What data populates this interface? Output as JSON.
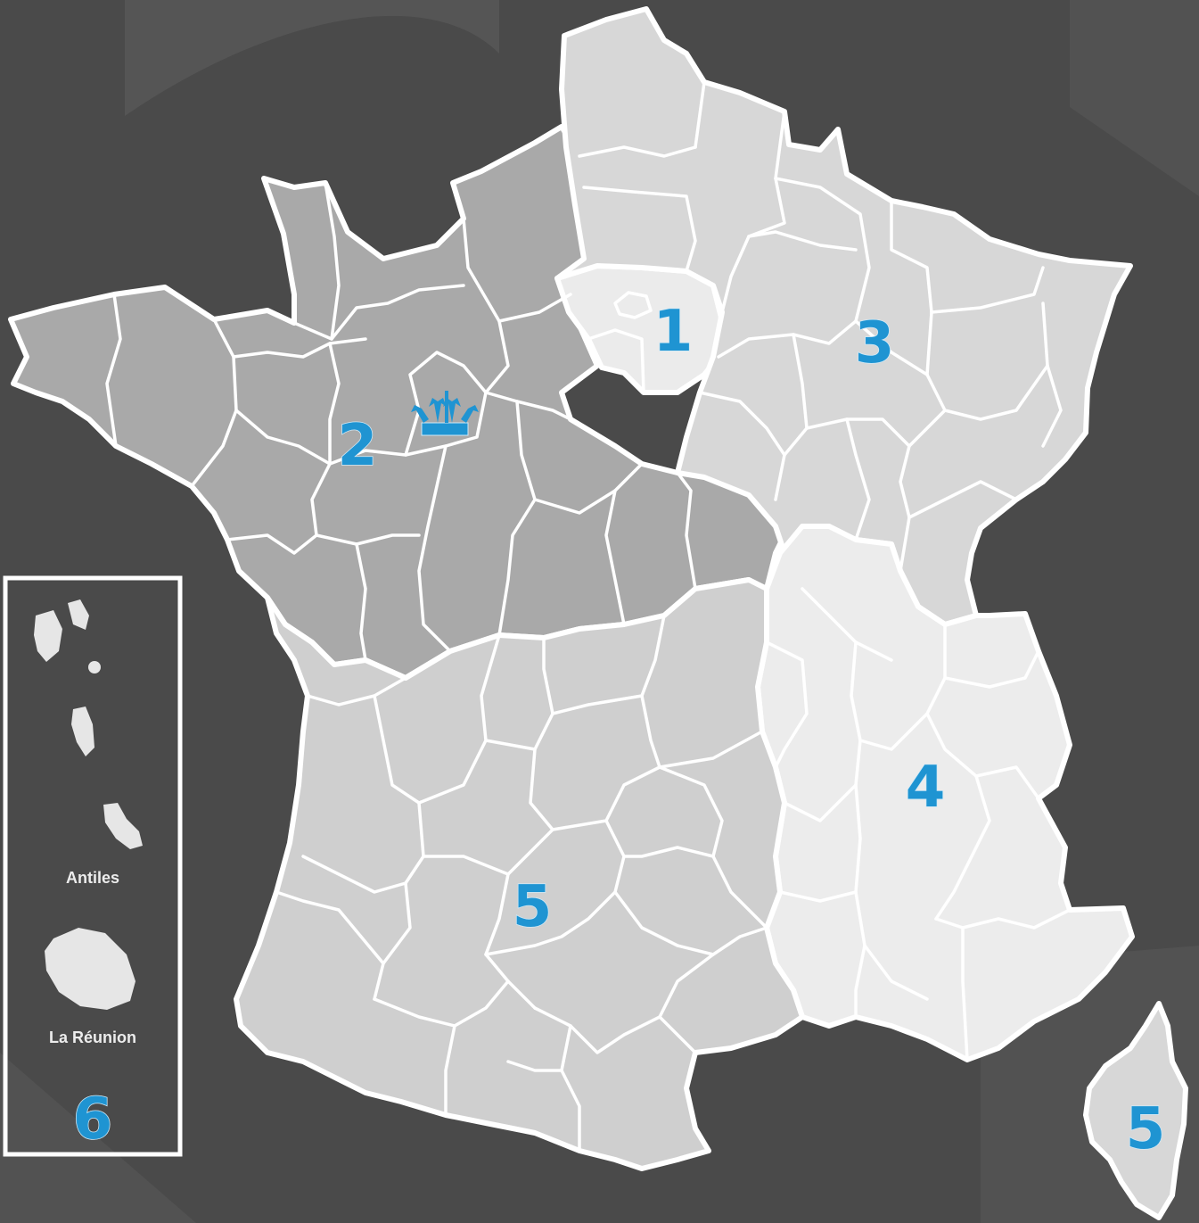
{
  "colors": {
    "background": "#4a4a4a",
    "accent_blue": "#1f94d2",
    "zone_1": "#ebebeb",
    "zone_2": "#a9a9a9",
    "zone_3": "#d7d7d7",
    "zone_4": "#ececec",
    "zone_5": "#cfcfcf",
    "border": "#ffffff"
  },
  "regions": [
    {
      "id": "1",
      "label": "1"
    },
    {
      "id": "2",
      "label": "2"
    },
    {
      "id": "3",
      "label": "3"
    },
    {
      "id": "4",
      "label": "4"
    },
    {
      "id": "5",
      "label": "5"
    },
    {
      "id": "5-corse",
      "label": "5"
    },
    {
      "id": "6",
      "label": "6"
    }
  ],
  "inset": {
    "antilles_label": "Antiles",
    "reunion_label": "La Réunion"
  },
  "icons": {
    "hq_marker": "crown-icon"
  }
}
